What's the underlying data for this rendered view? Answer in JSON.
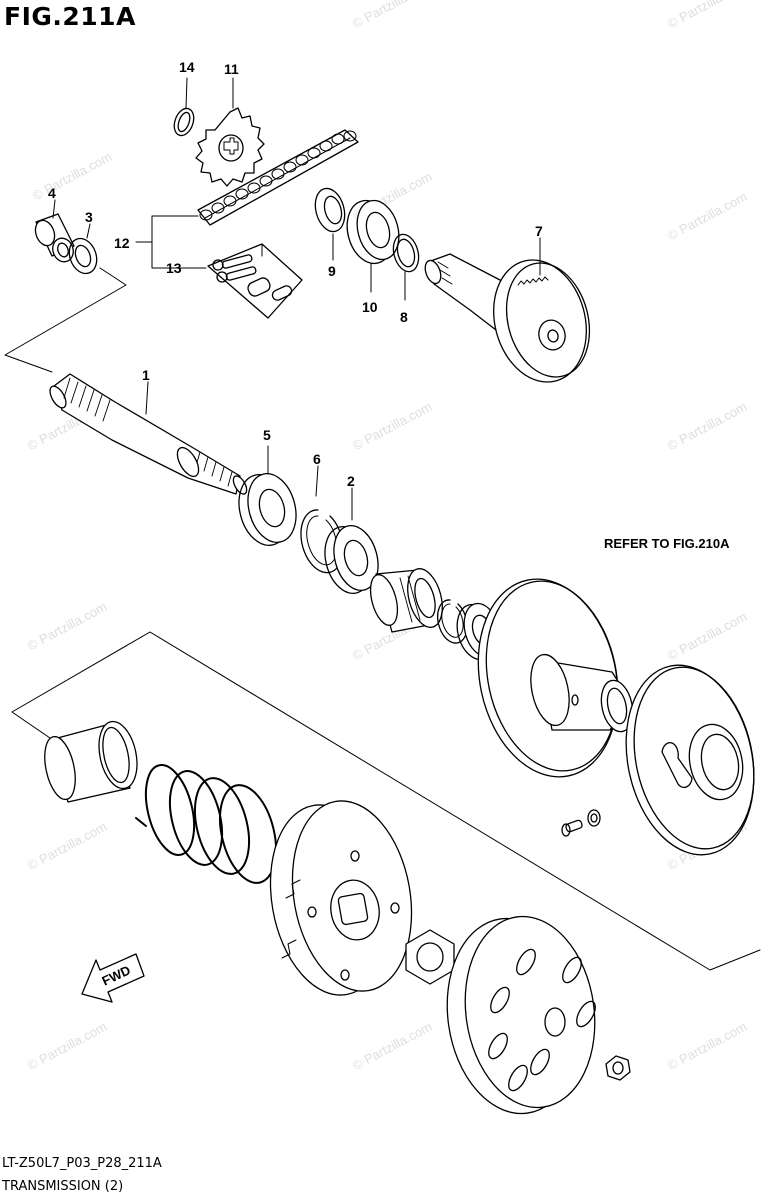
{
  "figure": {
    "title": "FIG.211A",
    "refer_note": "REFER TO FIG.210A",
    "diagram_code": "LT-Z50L7_P03_P28_211A",
    "section_name": "TRANSMISSION (2)",
    "fwd_label": "FWD"
  },
  "watermark": "© Partzilla.com",
  "callouts": [
    "1",
    "2",
    "3",
    "4",
    "5",
    "6",
    "7",
    "8",
    "9",
    "10",
    "11",
    "12",
    "13",
    "14"
  ],
  "colors": {
    "line": "#000000",
    "watermark": "#dedede",
    "background": "#ffffff"
  }
}
